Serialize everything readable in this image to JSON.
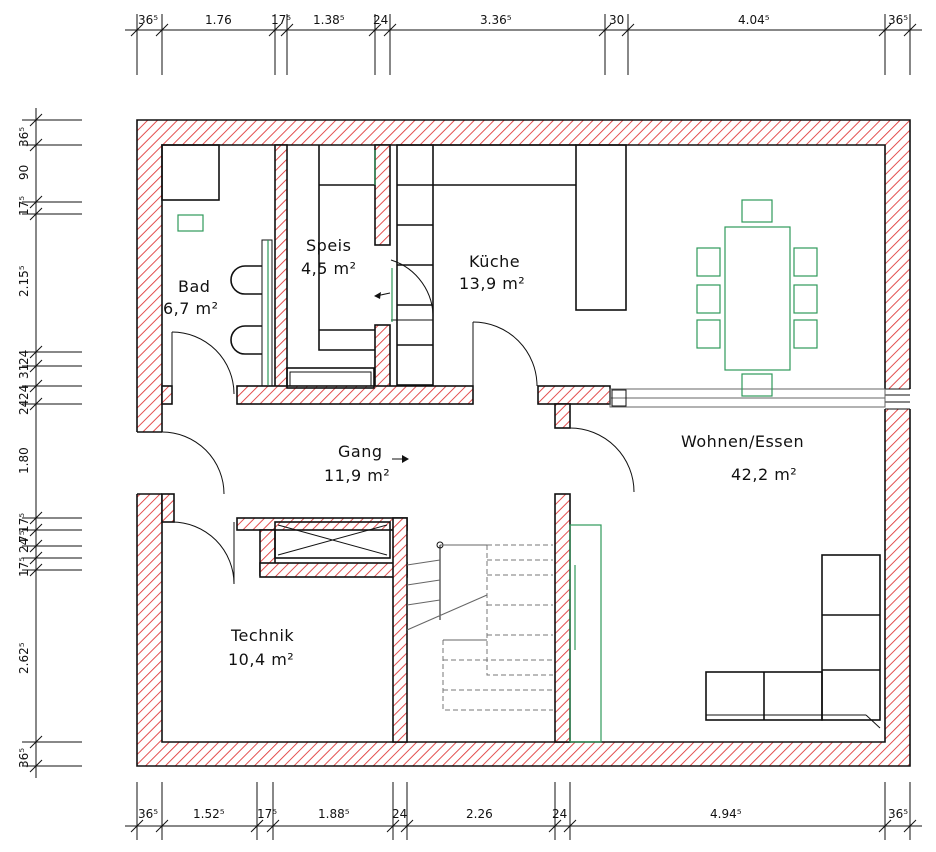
{
  "rooms": [
    {
      "name": "Bad",
      "area": "6,7 m²"
    },
    {
      "name": "Speis",
      "area": "4,5 m²"
    },
    {
      "name": "Küche",
      "area": "13,9 m²"
    },
    {
      "name": "Gang",
      "area": "11,9 m²"
    },
    {
      "name": "Wohnen/Essen",
      "area": "42,2 m²"
    },
    {
      "name": "Technik",
      "area": "10,4 m²"
    }
  ],
  "dimensions": {
    "top": [
      "36⁵",
      "1.76",
      "17⁵",
      "1.38⁵",
      "24",
      "3.36⁵",
      "30",
      "4.04⁵",
      "36⁵"
    ],
    "bottom": [
      "36⁵",
      "1.52⁵",
      "17⁵",
      "1.88⁵",
      "24",
      "2.26",
      "24",
      "4.94⁵",
      "36⁵"
    ],
    "left": [
      "36⁵",
      "90",
      "17⁵",
      "2.15⁵",
      "24",
      "31",
      "24",
      "24",
      "1.80",
      "17⁵",
      "24",
      "7⁵",
      "17⁵",
      "2.62⁵",
      "36⁵"
    ]
  },
  "colors": {
    "wall_hatch": "#e03c3c",
    "furniture": "#2e9a5a",
    "lines": "#111111"
  }
}
